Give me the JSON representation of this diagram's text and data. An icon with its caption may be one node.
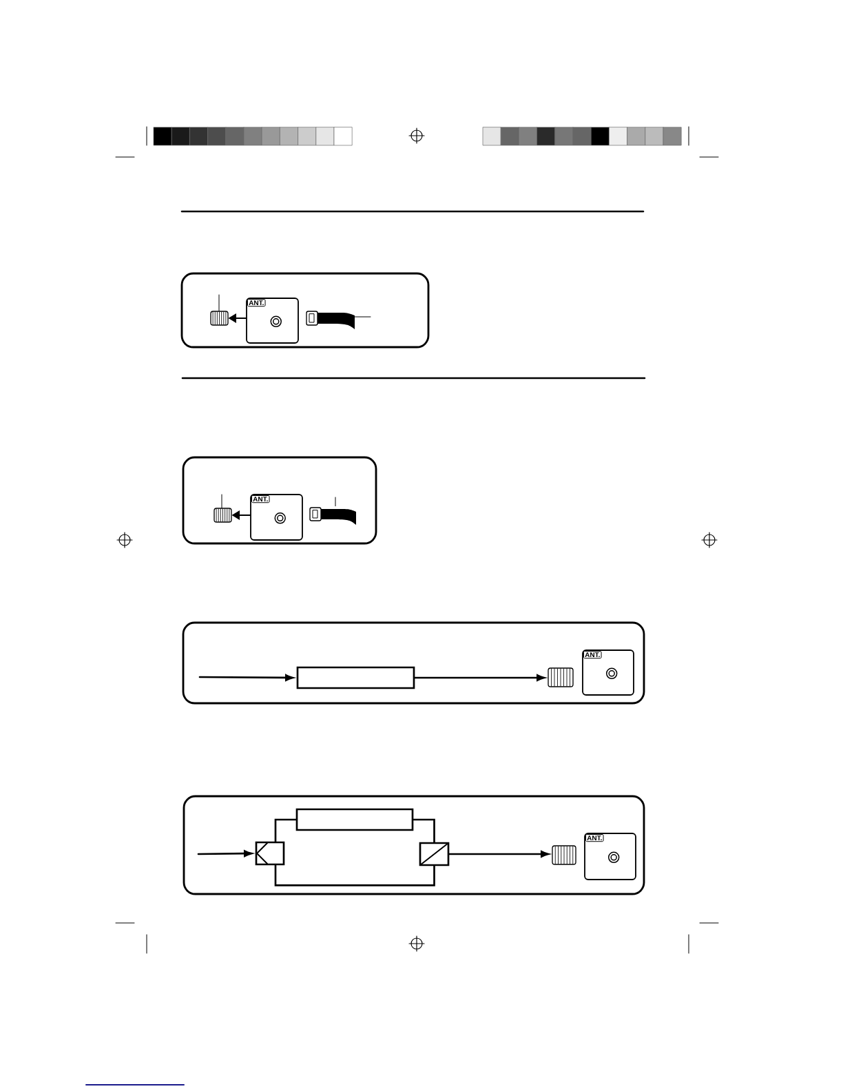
{
  "diagram": {
    "nodes": [
      {
        "text": [],
        "shape": "box"
      },
      {
        "text": [],
        "shape": "picture",
        "in": 0
      },
      {
        "text": [
          "ANT."
        ],
        "in": 0
      },
      {
        "text": [],
        "shape": "picture",
        "in": 0
      },
      {
        "text": [],
        "shape": "box"
      },
      {
        "text": [],
        "shape": "picture",
        "in": 4
      },
      {
        "text": [
          "ANT."
        ],
        "in": 4
      },
      {
        "text": [],
        "shape": "picture",
        "in": 4
      },
      {
        "text": [],
        "shape": "box"
      },
      {
        "text": [],
        "shape": "box",
        "in": 8
      },
      {
        "text": [],
        "shape": "picture",
        "in": 8
      },
      {
        "text": [
          "ANT."
        ],
        "in": 8
      },
      {
        "text": [],
        "shape": "box"
      },
      {
        "text": [],
        "shape": "box",
        "in": 12
      },
      {
        "text": [],
        "shape": "box",
        "in": 12
      },
      {
        "text": [],
        "shape": "box",
        "in": 12
      },
      {
        "text": [],
        "shape": "picture",
        "in": 12
      },
      {
        "text": [
          "ANT."
        ],
        "in": 12
      }
    ],
    "edges": [
      {
        "from": 2,
        "to": 1,
        "arrow": "to"
      },
      {
        "from": 6,
        "to": 5,
        "arrow": "to"
      },
      {
        "from": null,
        "to": 9,
        "arrow": "to"
      },
      {
        "from": 9,
        "to": 10,
        "arrow": "to"
      },
      {
        "from": null,
        "to": 14,
        "arrow": "to"
      },
      {
        "from": 14,
        "to": 13,
        "arrow": "none"
      },
      {
        "from": 13,
        "to": 15,
        "arrow": "none"
      },
      {
        "from": 14,
        "to": 15,
        "arrow": "none"
      },
      {
        "from": 15,
        "to": 16,
        "arrow": "to"
      },
      {
        "from": null,
        "to": 1,
        "arrow": "none"
      },
      {
        "from": null,
        "to": 3,
        "arrow": "none"
      },
      {
        "from": null,
        "to": 5,
        "arrow": "none"
      },
      {
        "from": null,
        "to": 7,
        "arrow": "none"
      }
    ]
  }
}
